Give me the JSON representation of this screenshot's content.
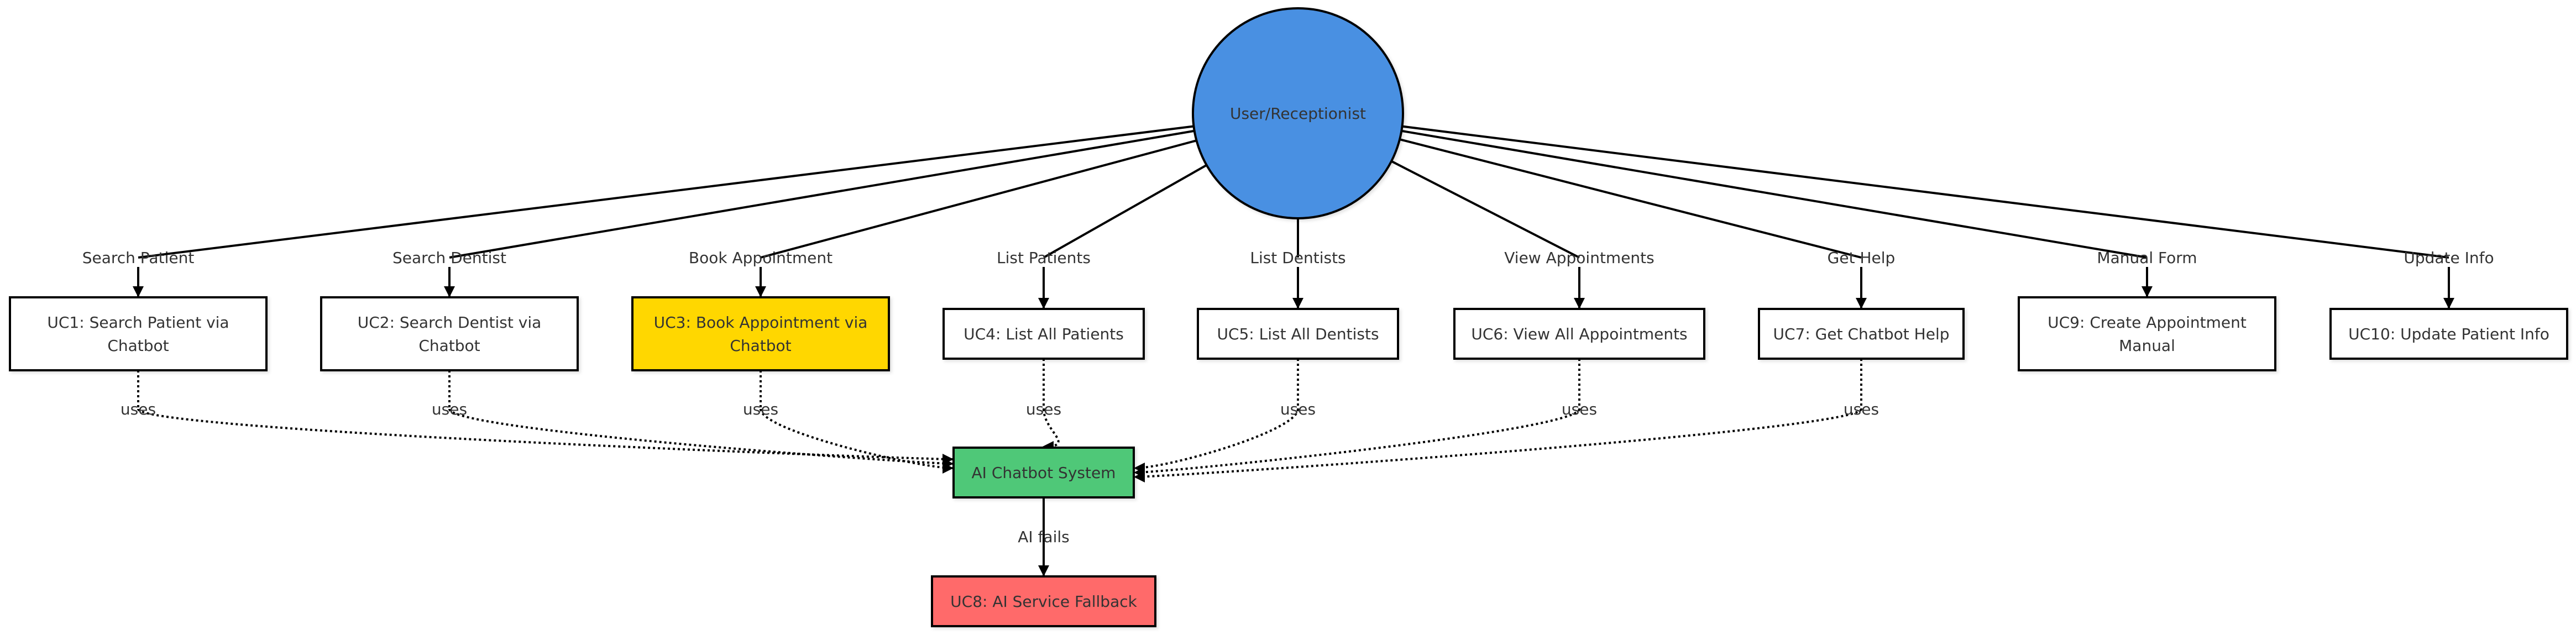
{
  "diagram": {
    "actor": {
      "label": "User/Receptionist",
      "color": "#4a90e2"
    },
    "use_cases": [
      {
        "id": "uc1",
        "lines": [
          "UC1: Search Patient via",
          "Chatbot"
        ],
        "edge_label": "Search Patient",
        "uses_ai": true,
        "color": "#ffffff"
      },
      {
        "id": "uc2",
        "lines": [
          "UC2: Search Dentist via",
          "Chatbot"
        ],
        "edge_label": "Search Dentist",
        "uses_ai": true,
        "color": "#ffffff"
      },
      {
        "id": "uc3",
        "lines": [
          "UC3: Book Appointment via",
          "Chatbot"
        ],
        "edge_label": "Book Appointment",
        "uses_ai": true,
        "color": "#ffd700"
      },
      {
        "id": "uc4",
        "lines": [
          "UC4: List All Patients"
        ],
        "edge_label": "List Patients",
        "uses_ai": true,
        "color": "#ffffff"
      },
      {
        "id": "uc5",
        "lines": [
          "UC5: List All Dentists"
        ],
        "edge_label": "List Dentists",
        "uses_ai": true,
        "color": "#ffffff"
      },
      {
        "id": "uc6",
        "lines": [
          "UC6: View All Appointments"
        ],
        "edge_label": "View Appointments",
        "uses_ai": true,
        "color": "#ffffff"
      },
      {
        "id": "uc7",
        "lines": [
          "UC7: Get Chatbot Help"
        ],
        "edge_label": "Get Help",
        "uses_ai": true,
        "color": "#ffffff"
      },
      {
        "id": "uc9",
        "lines": [
          "UC9: Create Appointment",
          "Manual"
        ],
        "edge_label": "Manual Form",
        "uses_ai": false,
        "color": "#ffffff"
      },
      {
        "id": "uc10",
        "lines": [
          "UC10: Update Patient Info"
        ],
        "edge_label": "Update Info",
        "uses_ai": false,
        "color": "#ffffff"
      }
    ],
    "uses_label": "uses",
    "ai_system": {
      "label": "AI Chatbot System",
      "color": "#50c878"
    },
    "fallback": {
      "label": "UC8: AI Service Fallback",
      "edge_label": "AI fails",
      "color": "#ff6b6b"
    }
  }
}
